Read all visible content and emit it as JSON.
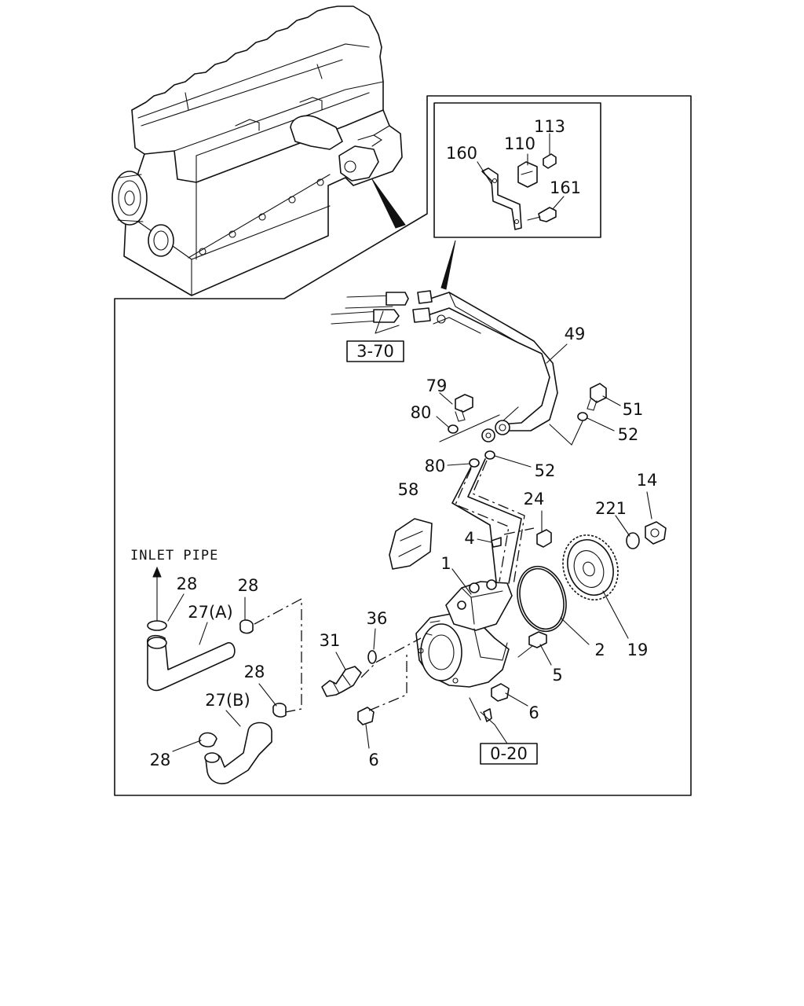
{
  "inlet_label": "INLET PIPE",
  "refs": {
    "r1": "3-70",
    "r2": "0-20"
  },
  "callouts": {
    "c113": "113",
    "c110": "110",
    "c160": "160",
    "c161": "161",
    "c49": "49",
    "c79": "79",
    "c80a": "80",
    "c51": "51",
    "c52a": "52",
    "c80b": "80",
    "c52b": "52",
    "c58": "58",
    "c24": "24",
    "c14": "14",
    "c221": "221",
    "c4": "4",
    "c1": "1",
    "c28a": "28",
    "c28b": "28",
    "c27a": "27(A)",
    "c36": "36",
    "c31": "31",
    "c2": "2",
    "c19": "19",
    "c5": "5",
    "c28c": "28",
    "c27b": "27(B)",
    "c6a": "6",
    "c6b": "6",
    "c28d": "28"
  }
}
